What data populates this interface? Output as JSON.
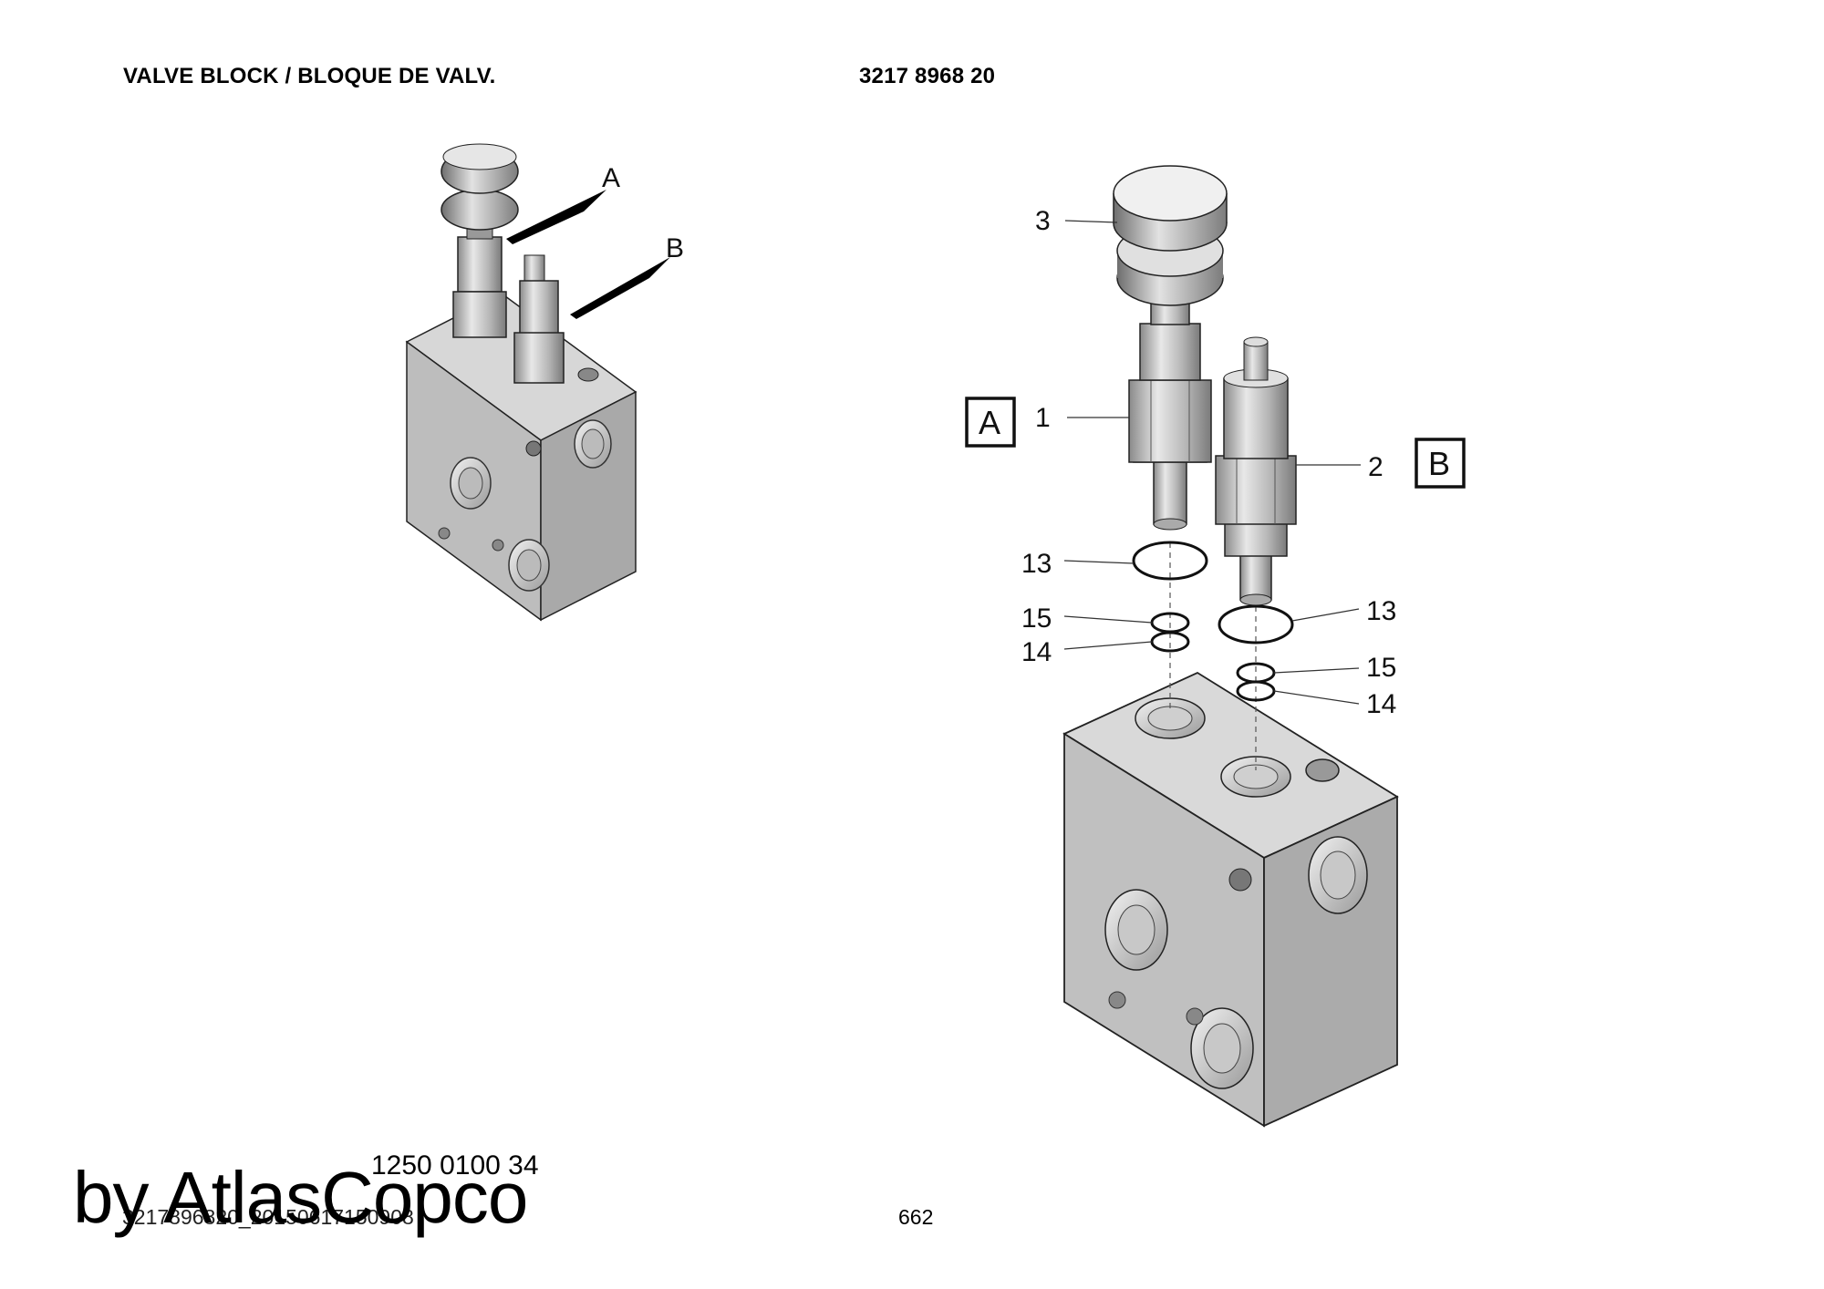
{
  "header": {
    "title": "VALVE BLOCK / BLOQUE DE VALV.",
    "part_number": "3217 8968 20"
  },
  "overview": {
    "label_a": "A",
    "label_b": "B"
  },
  "exploded": {
    "box_a": "A",
    "box_b": "B",
    "callouts": {
      "c1": "1",
      "c2": "2",
      "c3": "3",
      "c13_left": "13",
      "c15_left": "15",
      "c14_left": "14",
      "c13_right": "13",
      "c15_right": "15",
      "c14_right": "14"
    }
  },
  "footer": {
    "reference": "1250 0100 34",
    "brand": "by AtlasCopco",
    "doc_id": "3217896820_20150617150908",
    "page": "662"
  }
}
